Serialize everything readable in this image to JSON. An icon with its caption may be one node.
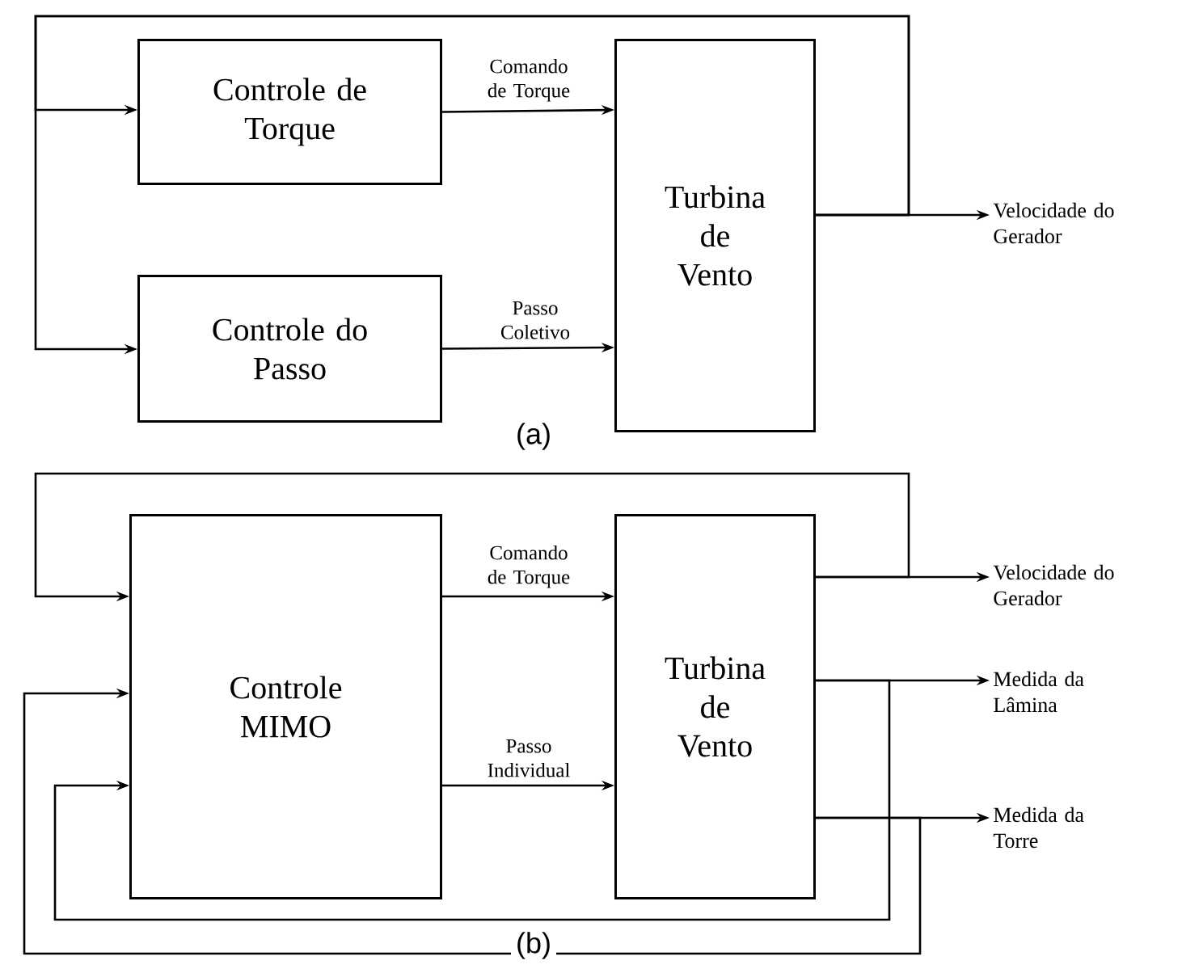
{
  "diagram": {
    "nodes": [
      {
        "text": [
          "Controle de Torque"
        ]
      },
      {
        "text": [
          "Controle do Passo"
        ]
      },
      {
        "text": [
          "Turbina de Vento"
        ]
      },
      {
        "text": [
          "Velocidade do Gerador"
        ]
      },
      {
        "text": [
          "Controle MIMO"
        ]
      },
      {
        "text": [
          "Turbina de Vento"
        ]
      },
      {
        "text": [
          "Velocidade do Gerador"
        ]
      },
      {
        "text": [
          "Medida da Lâmina"
        ]
      },
      {
        "text": [
          "Medida da Torre"
        ]
      }
    ],
    "edges": [
      {
        "from": 0,
        "to": 2,
        "arrow": "to",
        "label": "Comando de Torque"
      },
      {
        "from": 1,
        "to": 2,
        "arrow": "to",
        "label": "Passo Coletivo"
      },
      {
        "from": 2,
        "to": 3,
        "arrow": "to"
      },
      {
        "from": 2,
        "to": 0,
        "arrow": "to"
      },
      {
        "from": 2,
        "to": 1,
        "arrow": "to"
      },
      {
        "from": 4,
        "to": 5,
        "arrow": "to",
        "label": "Comando de Torque"
      },
      {
        "from": 4,
        "to": 5,
        "arrow": "to",
        "label": "Passo Individual"
      },
      {
        "from": 5,
        "to": 6,
        "arrow": "to"
      },
      {
        "from": 5,
        "to": 7,
        "arrow": "to"
      },
      {
        "from": 5,
        "to": 8,
        "arrow": "to"
      },
      {
        "from": 5,
        "to": 4,
        "arrow": "to"
      },
      {
        "from": 5,
        "to": 4,
        "arrow": "to"
      },
      {
        "from": 5,
        "to": 4,
        "arrow": "to"
      }
    ],
    "labels": [
      "(a)",
      "(b)"
    ]
  }
}
